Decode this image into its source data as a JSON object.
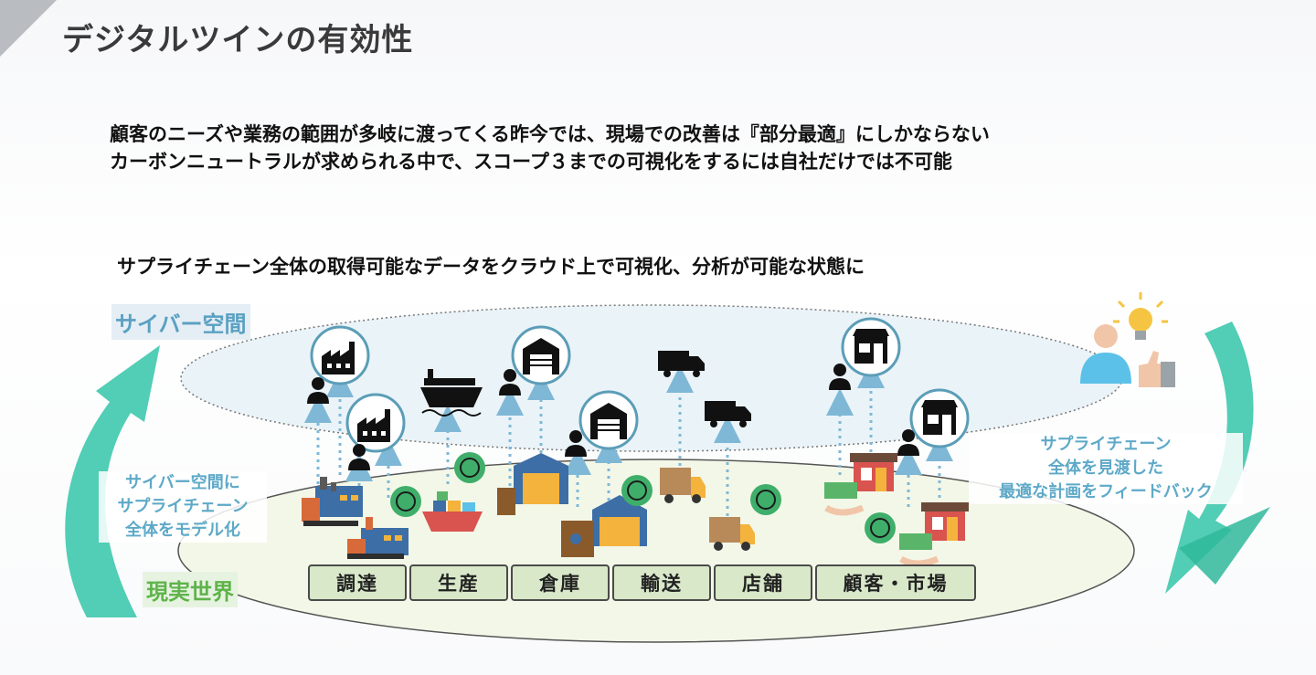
{
  "title": "デジタルツインの有効性",
  "intro_lines": [
    "顧客のニーズや業務の範囲が多岐に渡ってくる昨今では、現場での改善は『部分最適』にしかならない",
    "カーボンニュートラルが求められる中で、スコープ３までの可視化をするには自社だけでは不可能"
  ],
  "cloud_statement": "サプライチェーン全体の取得可能なデータをクラウド上で可視化、分析が可能な状態に",
  "cyber_space_label": "サイバー空間",
  "real_world_label": "現実世界",
  "left_note": [
    "サイバー空間に",
    "サプライチェーン",
    "全体をモデル化"
  ],
  "right_note": [
    "サプライチェーン",
    "全体を見渡した",
    "最適な計画をフィードバック"
  ],
  "stages": [
    "調達",
    "生産",
    "倉庫",
    "輸送",
    "店舗",
    "顧客・市場"
  ],
  "colors": {
    "arrow_teal": "#3ec9ad",
    "cyber_fill": "#eaf3f8",
    "real_fill": "#f3f7e8",
    "stage_fill": "#d8e8c9",
    "dotted_arrow": "#7fb8d6",
    "icon_ring": "#5b9db7"
  },
  "icons": [
    "factory-icon",
    "warehouse-icon",
    "ship-icon",
    "truck-icon",
    "store-icon",
    "person-icon",
    "lightbulb-icon",
    "thumbs-up-icon",
    "co2-icon",
    "money-icon"
  ]
}
